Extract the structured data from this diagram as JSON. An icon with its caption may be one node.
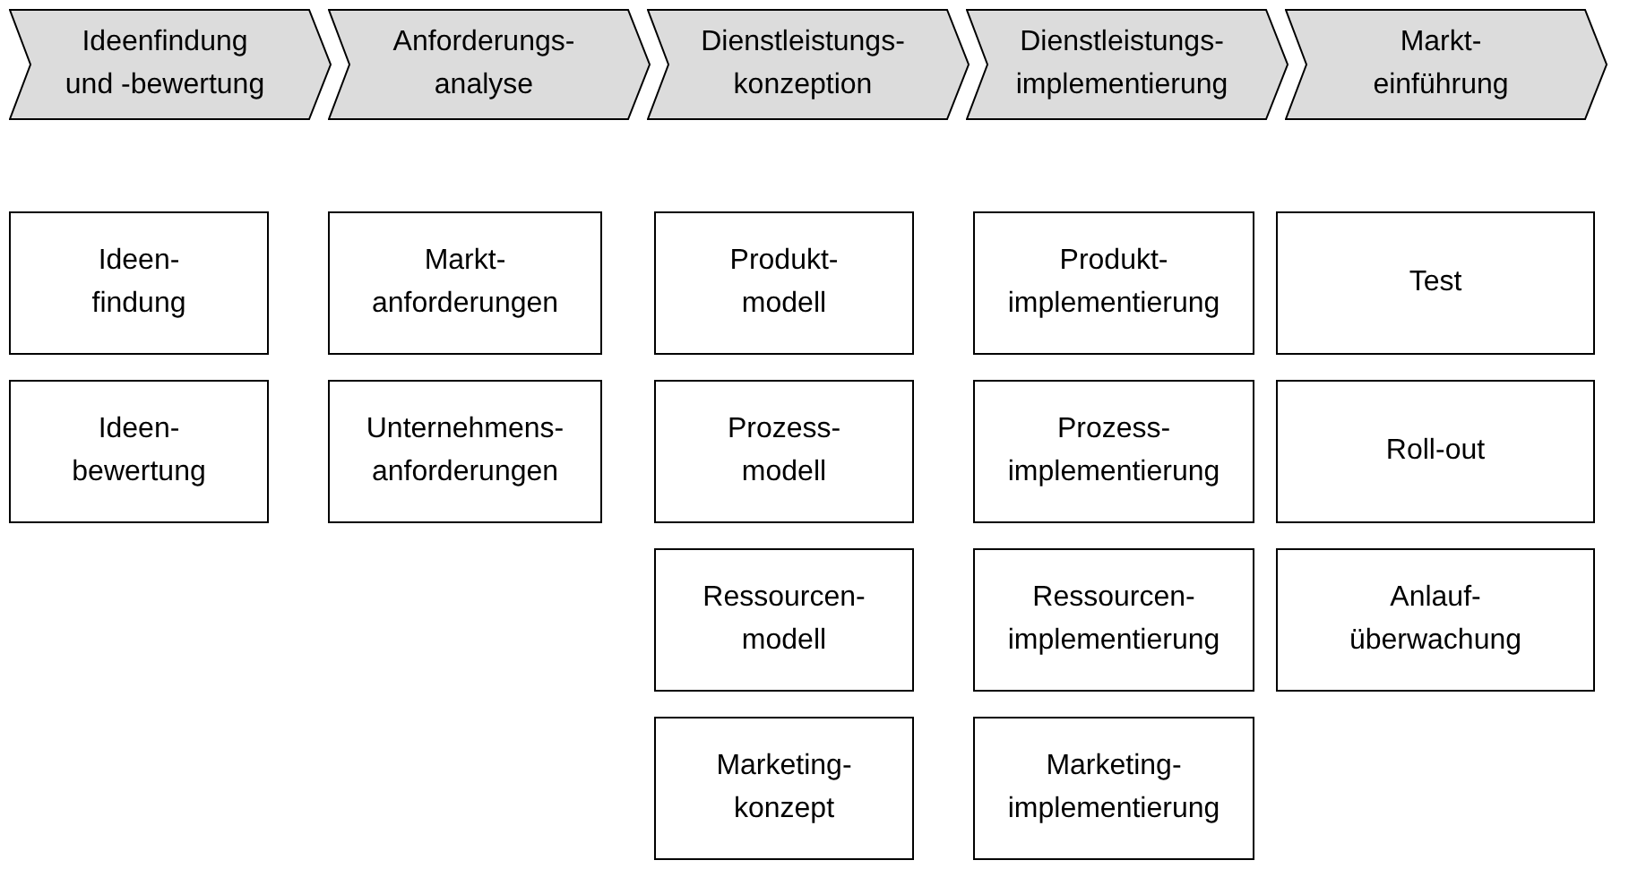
{
  "diagram": {
    "nodes": [
      {
        "text": [
          "Ideenfindung und -bewertung"
        ]
      },
      {
        "text": [
          "Anforderungs- analyse"
        ]
      },
      {
        "text": [
          "Dienstleistungs- konzeption"
        ]
      },
      {
        "text": [
          "Dienstleistungs- implementierung"
        ]
      },
      {
        "text": [
          "Markt- einführung"
        ]
      },
      {
        "text": [
          "Ideen- findung"
        ]
      },
      {
        "text": [
          "Ideen- bewertung"
        ]
      },
      {
        "text": [
          "Markt- anforderungen"
        ]
      },
      {
        "text": [
          "Unternehmens- anforderungen"
        ]
      },
      {
        "text": [
          "Produkt- modell"
        ]
      },
      {
        "text": [
          "Prozess- modell"
        ]
      },
      {
        "text": [
          "Ressourcen- modell"
        ]
      },
      {
        "text": [
          "Marketing- konzept"
        ]
      },
      {
        "text": [
          "Produkt- implementierung"
        ]
      },
      {
        "text": [
          "Prozess- implementierung"
        ]
      },
      {
        "text": [
          "Ressourcen- implementierung"
        ]
      },
      {
        "text": [
          "Marketing- implementierung"
        ]
      },
      {
        "text": [
          "Test"
        ]
      },
      {
        "text": [
          "Roll-out"
        ]
      },
      {
        "text": [
          "Anlauf- überwachung"
        ]
      }
    ]
  }
}
